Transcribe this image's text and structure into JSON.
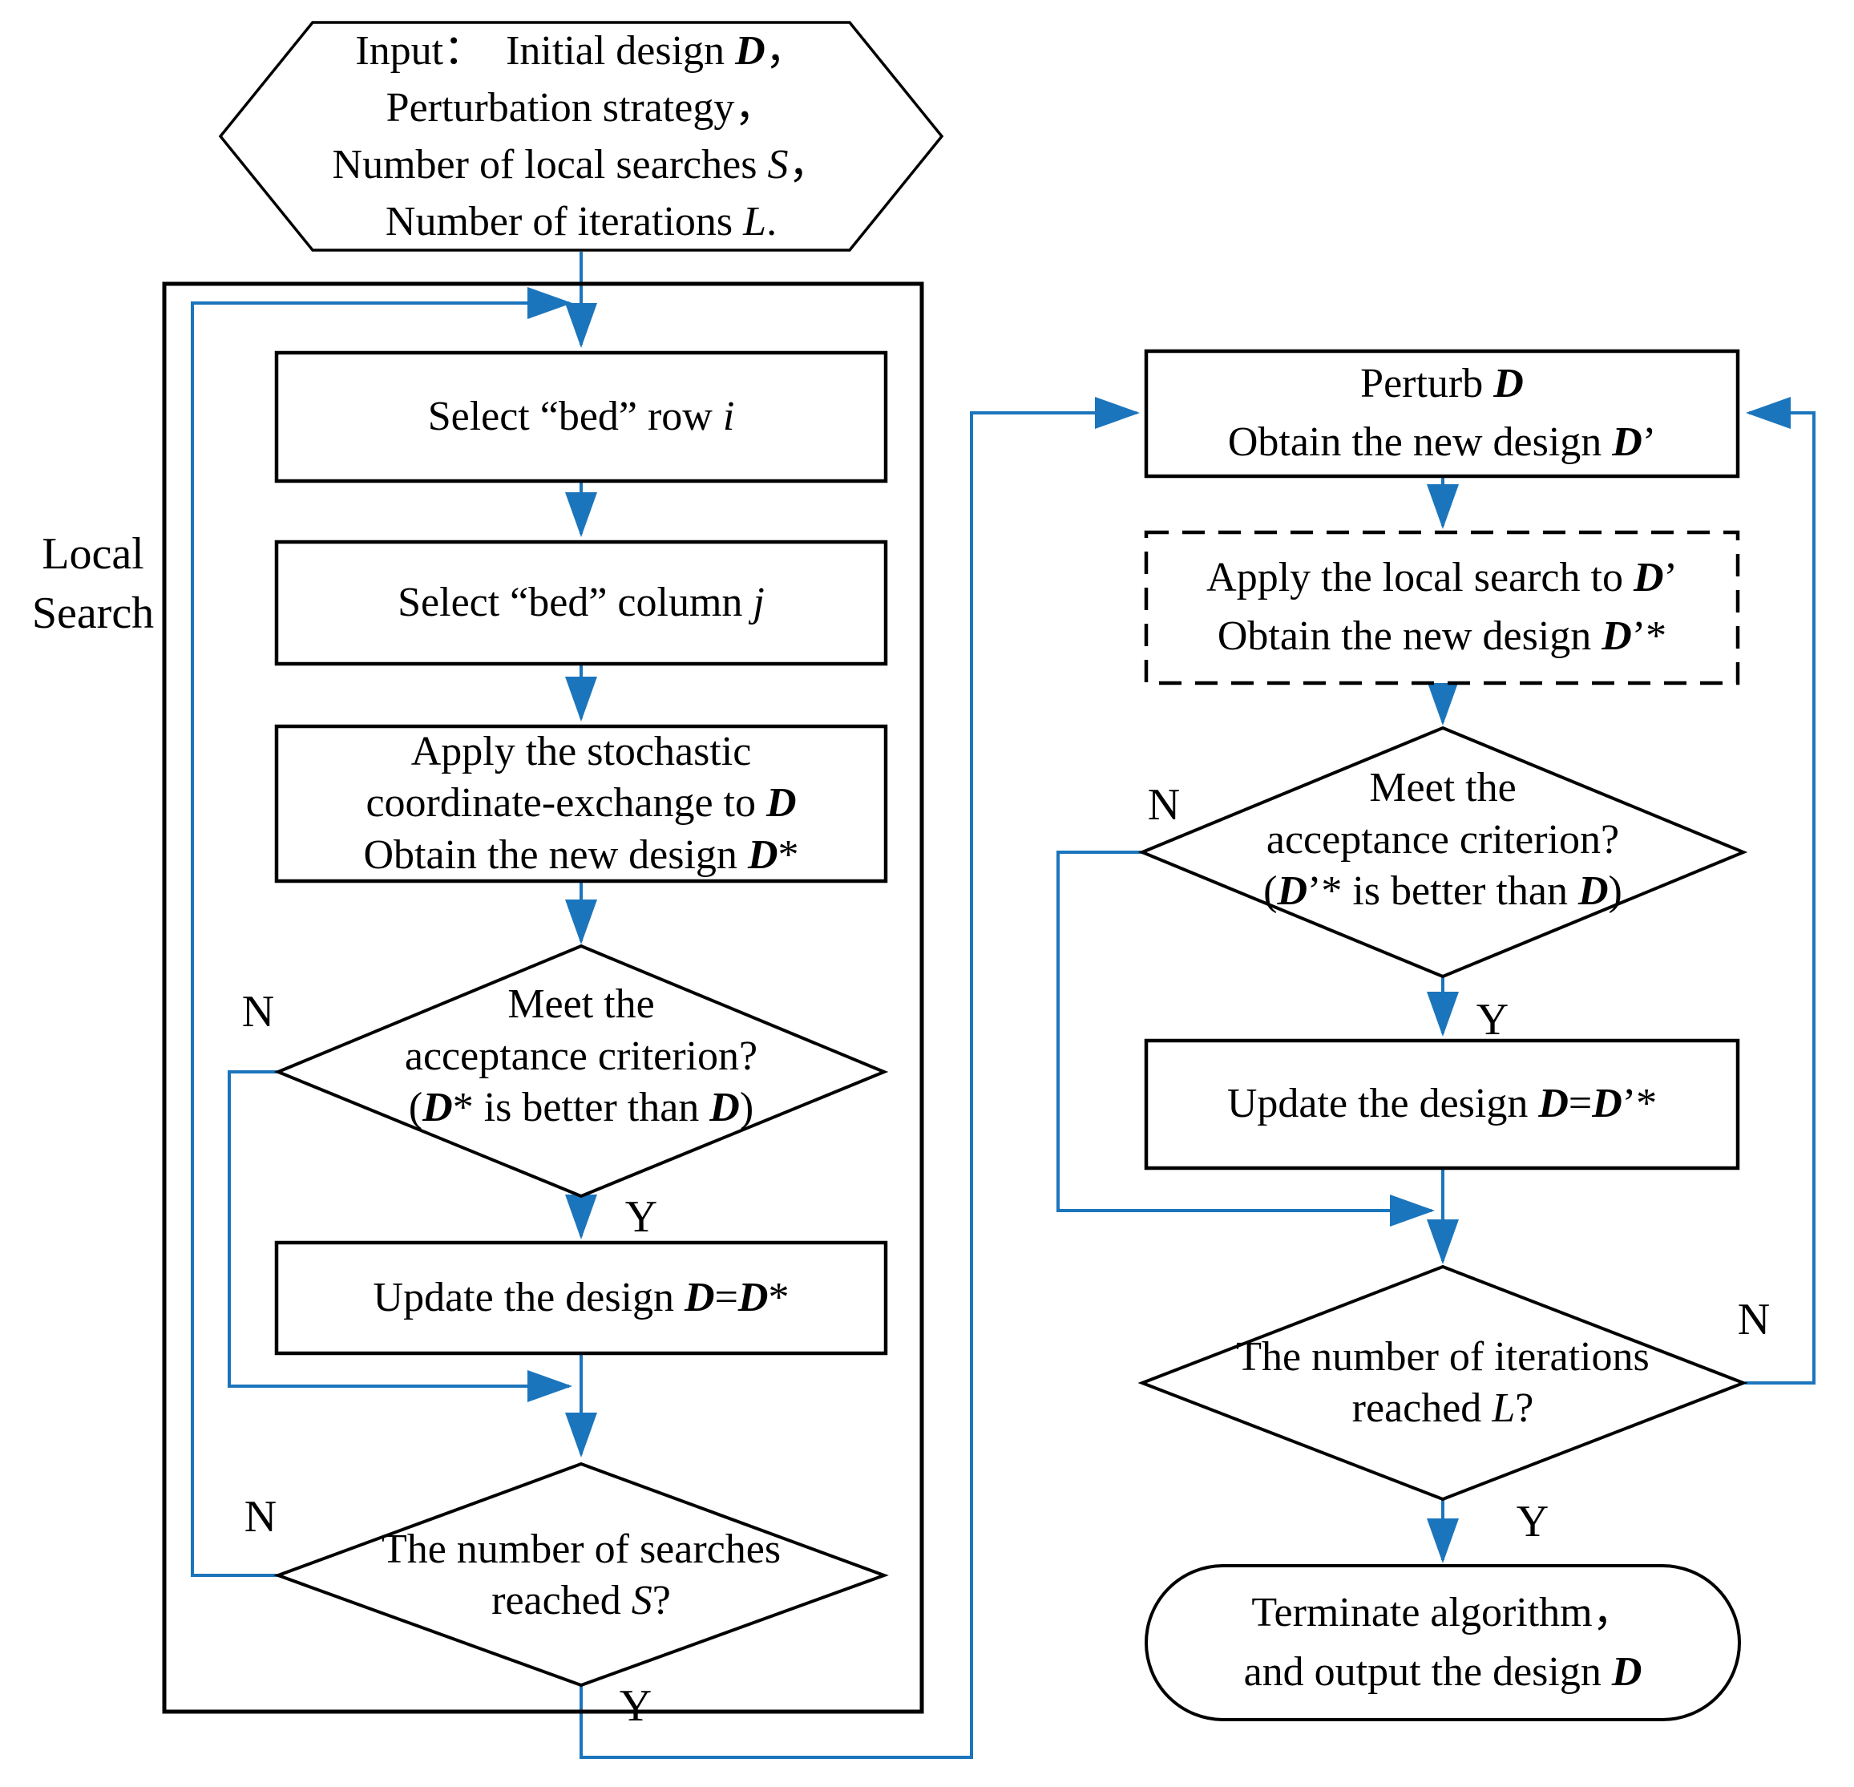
{
  "colors": {
    "arrow_blue": "#1b75bc",
    "shape_stroke": "#000000",
    "background": "#ffffff"
  },
  "hexagon": {
    "lines": [
      [
        "Input：  Initial design ",
        {
          "t": "D",
          "s": "bi"
        },
        "，"
      ],
      [
        "Perturbation strategy，"
      ],
      [
        "Number of local searches ",
        {
          "t": "S",
          "s": "i"
        },
        "，"
      ],
      [
        "Number of iterations ",
        {
          "t": "L",
          "s": "i"
        },
        "."
      ]
    ]
  },
  "labels": {
    "n": "N",
    "y": "Y",
    "local_search_group": [
      "Local",
      "Search"
    ]
  },
  "left": {
    "box_select_row": {
      "lines": [
        [
          "Select “bed” row ",
          {
            "t": "i",
            "s": "i"
          }
        ]
      ]
    },
    "box_select_column": {
      "lines": [
        [
          "Select “bed” column ",
          {
            "t": "j",
            "s": "i"
          }
        ]
      ]
    },
    "box_apply_exchange": {
      "lines": [
        [
          "Apply the stochastic"
        ],
        [
          "coordinate-exchange to ",
          {
            "t": "D",
            "s": "bi"
          }
        ],
        [
          "Obtain the new design ",
          {
            "t": "D",
            "s": "bi"
          },
          "*"
        ]
      ]
    },
    "diamond_acceptance": {
      "lines": [
        [
          "Meet the"
        ],
        [
          "acceptance criterion?"
        ],
        [
          "(",
          {
            "t": "D",
            "s": "bi"
          },
          "* is better than ",
          {
            "t": "D",
            "s": "bi"
          },
          ")"
        ]
      ]
    },
    "box_update": {
      "lines": [
        [
          "Update the design ",
          {
            "t": "D",
            "s": "bi"
          },
          "=",
          {
            "t": "D",
            "s": "bi"
          },
          "*"
        ]
      ]
    },
    "diamond_searches": {
      "lines": [
        [
          "The number of searches"
        ],
        [
          "reached ",
          {
            "t": "S",
            "s": "i"
          },
          "?"
        ]
      ]
    }
  },
  "right": {
    "box_perturb": {
      "lines": [
        [
          "Perturb ",
          {
            "t": "D",
            "s": "bi"
          }
        ],
        [
          "Obtain the new design ",
          {
            "t": "D",
            "s": "bi"
          },
          "’"
        ]
      ]
    },
    "box_local_search": {
      "lines": [
        [
          "Apply the local search to ",
          {
            "t": "D",
            "s": "bi"
          },
          "’"
        ],
        [
          "Obtain the new design ",
          {
            "t": "D",
            "s": "bi"
          },
          "’*"
        ]
      ]
    },
    "diamond_acceptance": {
      "lines": [
        [
          "Meet the"
        ],
        [
          "acceptance criterion?"
        ],
        [
          "(",
          {
            "t": "D",
            "s": "bi"
          },
          "’* is better than ",
          {
            "t": "D",
            "s": "bi"
          },
          ")"
        ]
      ]
    },
    "box_update": {
      "lines": [
        [
          "Update the design ",
          {
            "t": "D",
            "s": "bi"
          },
          "=",
          {
            "t": "D",
            "s": "bi"
          },
          "’*"
        ]
      ]
    },
    "diamond_iterations": {
      "lines": [
        [
          "The number of iterations"
        ],
        [
          "reached ",
          {
            "t": "L",
            "s": "i"
          },
          "?"
        ]
      ]
    },
    "terminator": {
      "lines": [
        [
          "Terminate algorithm，"
        ],
        [
          "and output the design ",
          {
            "t": "D",
            "s": "bi"
          }
        ]
      ]
    }
  }
}
